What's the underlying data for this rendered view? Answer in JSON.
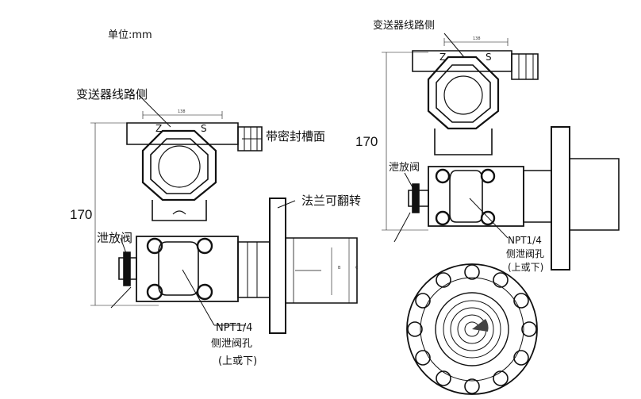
{
  "unit_label": "单位:mm",
  "left_view": {
    "circuit_side_label": "变送器线路侧",
    "seal_groove_label": "带密封槽面",
    "height_dim": "170",
    "flange_rotatable_label": "法兰可翻转",
    "vent_valve_label": "泄放阀",
    "npt_label": "NPT1/4",
    "side_vent_hole_label": "侧泄阀孔",
    "up_or_down_label": "(上或下)",
    "top_width_dim": "138",
    "dim_b": "B",
    "dim_c": "C",
    "z_mark": "Z",
    "s_mark": "S"
  },
  "right_view": {
    "circuit_side_label": "变送器线路侧",
    "height_dim": "170",
    "vent_valve_label": "泄放阀",
    "npt_label": "NPT1/4",
    "side_vent_hole_label": "侧泄阀孔",
    "up_or_down_label": "(上或下)",
    "top_width_dim": "138",
    "z_mark": "Z",
    "s_mark": "S"
  },
  "flange_face_view": {
    "bolt_hole_count": 12
  }
}
